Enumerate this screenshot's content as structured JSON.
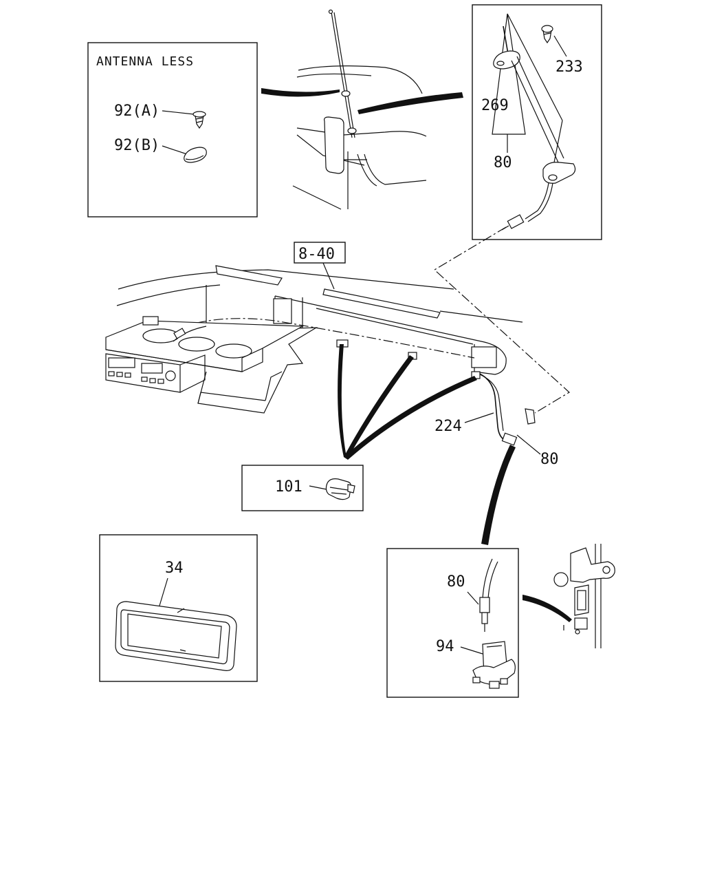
{
  "inset_antenna_less": {
    "title": "ANTENNA LESS",
    "callout_92a": "92(A)",
    "callout_92b": "92(B)"
  },
  "inset_mast": {
    "callout_233": "233",
    "callout_269": "269",
    "callout_80": "80"
  },
  "main_view": {
    "ref_box": "8-40",
    "callout_224": "224",
    "callout_80": "80"
  },
  "inset_clip": {
    "callout_101": "101"
  },
  "inset_bezel": {
    "callout_34": "34"
  },
  "inset_connector": {
    "callout_80": "80",
    "callout_94": "94"
  }
}
